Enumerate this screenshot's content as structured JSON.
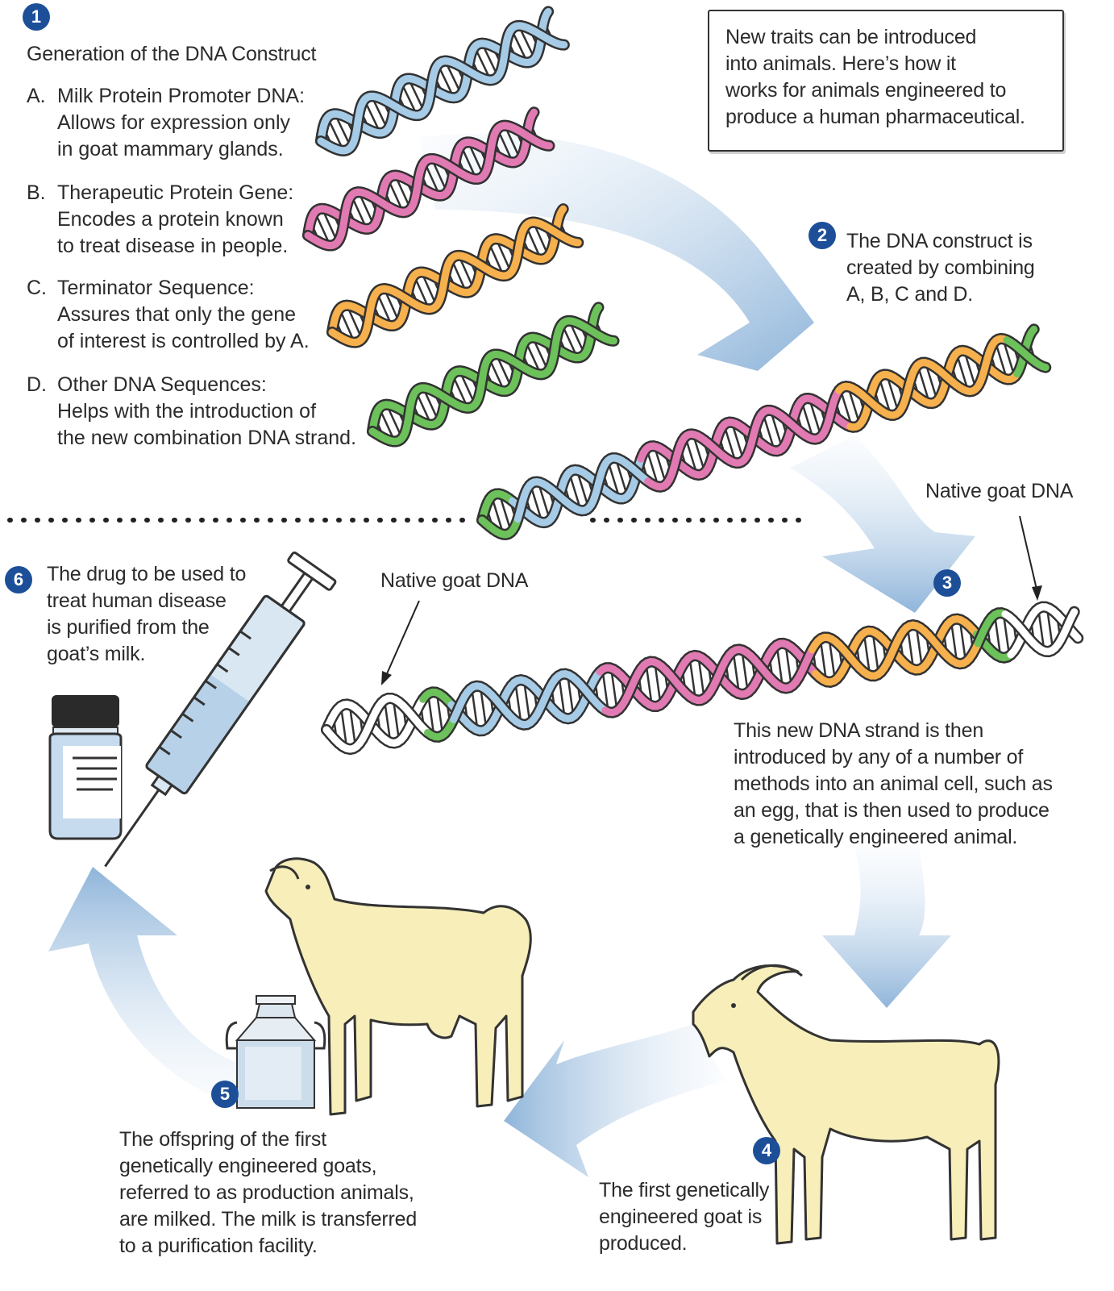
{
  "intro": {
    "lines": [
      "New traits can be introduced",
      "into animals. Here’s how it",
      "works for animals engineered to",
      "produce a human pharmaceutical."
    ]
  },
  "step1": {
    "badge": "1",
    "title": "Generation of the DNA Construct",
    "items": [
      {
        "letter": "A.",
        "lines": [
          "Milk Protein Promoter DNA:",
          "Allows for expression only",
          "in goat mammary glands."
        ]
      },
      {
        "letter": "B.",
        "lines": [
          "Therapeutic Protein Gene:",
          "Encodes a protein known",
          "to treat disease in people."
        ]
      },
      {
        "letter": "C.",
        "lines": [
          "Terminator Sequence:",
          "Assures that only the gene",
          "of interest is controlled by A."
        ]
      },
      {
        "letter": "D.",
        "lines": [
          "Other DNA Sequences:",
          "Helps with the introduction of",
          "the new combination DNA strand."
        ]
      }
    ]
  },
  "step2": {
    "badge": "2",
    "lines": [
      "The DNA construct is",
      "created by combining",
      "A, B, C and D."
    ]
  },
  "step3": {
    "badge": "3",
    "native_label": "Native goat DNA",
    "native_label_left": "Native goat DNA",
    "lines": [
      "This new DNA strand is then",
      "introduced by any of a number of",
      "methods into an animal cell, such as",
      "an egg, that is then used to produce",
      "a genetically engineered animal."
    ]
  },
  "step4": {
    "badge": "4",
    "lines": [
      "The first genetically",
      "engineered goat is",
      "produced."
    ]
  },
  "step5": {
    "badge": "5",
    "lines": [
      "The offspring of the first",
      "genetically engineered goats,",
      "referred to as production animals,",
      "are milked. The milk is transferred",
      "to a purification facility."
    ]
  },
  "step6": {
    "badge": "6",
    "lines": [
      "The drug to be used to",
      "treat human disease",
      "is purified from the",
      "goat’s milk."
    ]
  },
  "colors": {
    "blue_strand": "#a6cbe6",
    "pink_strand": "#e17ab2",
    "orange_strand": "#f6b04d",
    "green_strand": "#6cc15a",
    "white_strand": "#ffffff",
    "goat": "#f7eeb9",
    "arrow": "#9cbddc",
    "badge": "#1d4f99"
  },
  "icons": [
    "syringe-icon",
    "vial-icon",
    "milk-can-icon",
    "goat-icon"
  ]
}
